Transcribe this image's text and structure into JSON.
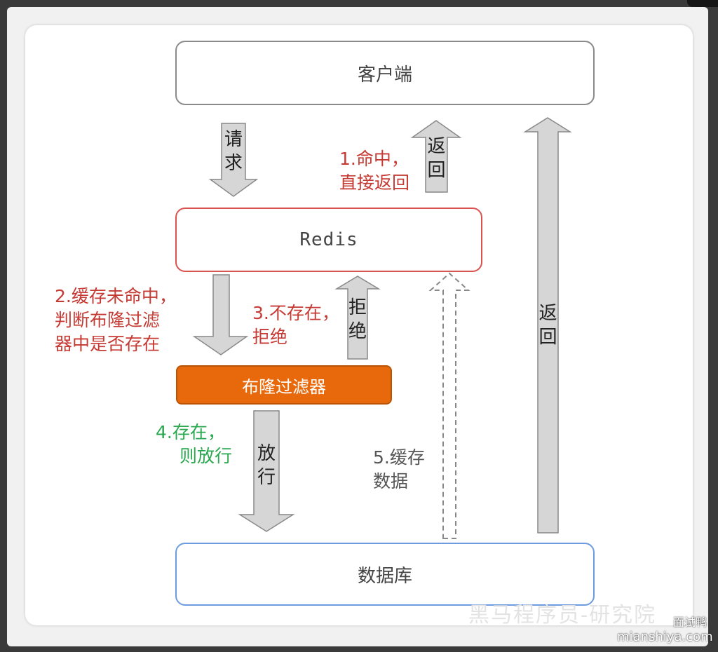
{
  "nodes": {
    "client": "客户端",
    "redis": "Redis",
    "bloom_filter": "布隆过滤器",
    "database": "数据库"
  },
  "arrow_labels": {
    "request": [
      "请",
      "求"
    ],
    "return_top": [
      "返",
      "回"
    ],
    "reject": [
      "拒",
      "绝"
    ],
    "allow": [
      "放",
      "行"
    ],
    "return_right": [
      "返",
      "回"
    ]
  },
  "notes": {
    "hit": [
      "1.命中，",
      "直接返回"
    ],
    "miss": [
      "2.缓存未命中，",
      "判断布隆过滤",
      "器中是否存在"
    ],
    "not_exist": [
      "3.不存在，",
      "拒绝"
    ],
    "exist": [
      "4.存在，",
      "则放行"
    ],
    "cache": [
      "5.缓存",
      "数据"
    ]
  },
  "watermarks": {
    "org": "黑马程序员-研究院",
    "brand": "面试鸭",
    "site": "mianshiya.com"
  },
  "colors": {
    "red_text": "#c63a34",
    "green_text": "#2aa84f",
    "bloom_fill": "#e8690b",
    "arrow_fill": "#d6d6d6",
    "redis_border": "#d9534f",
    "db_border": "#6c9be0"
  }
}
